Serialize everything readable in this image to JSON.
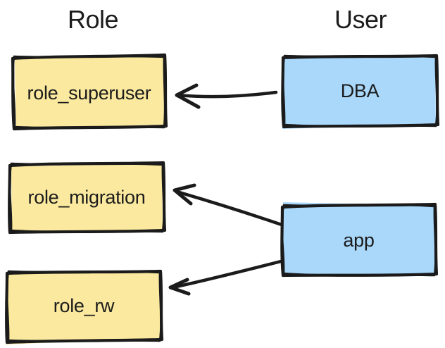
{
  "diagram": {
    "title_left": "Role",
    "title_right": "User",
    "roles": [
      {
        "id": "role_superuser",
        "label": "role_superuser"
      },
      {
        "id": "role_migration",
        "label": "role_migration"
      },
      {
        "id": "role_rw",
        "label": "role_rw"
      }
    ],
    "users": [
      {
        "id": "DBA",
        "label": "DBA"
      },
      {
        "id": "app",
        "label": "app"
      }
    ],
    "edges": [
      {
        "from": "DBA",
        "to": "role_superuser"
      },
      {
        "from": "app",
        "to": "role_migration"
      },
      {
        "from": "app",
        "to": "role_rw"
      }
    ],
    "colors": {
      "role_fill": "#fae99e",
      "user_fill": "#a9d8fb",
      "stroke": "#1b1b1b",
      "background": "#ffffff"
    }
  }
}
